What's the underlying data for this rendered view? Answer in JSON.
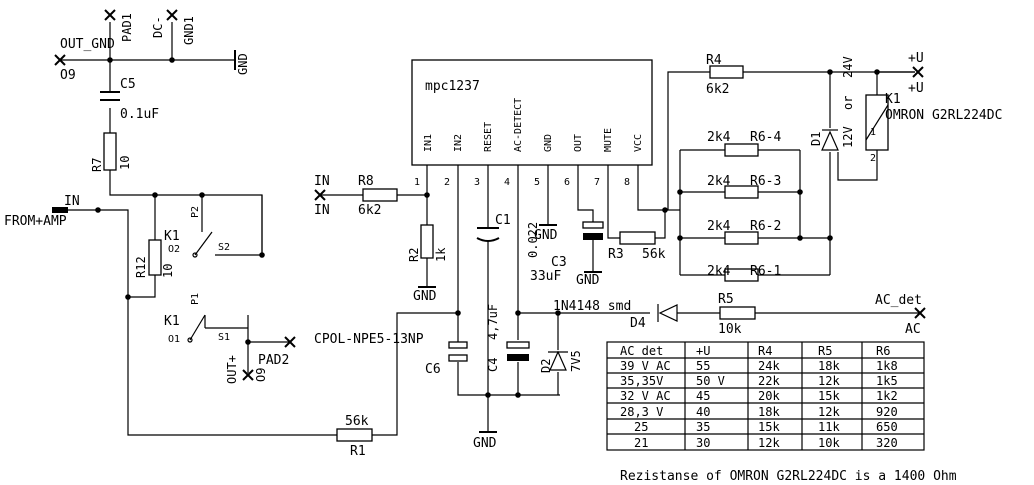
{
  "ic": {
    "name": "mpc1237",
    "pins": [
      {
        "num": "1",
        "name": "IN1"
      },
      {
        "num": "2",
        "name": "IN2"
      },
      {
        "num": "3",
        "name": "RESET"
      },
      {
        "num": "4",
        "name": "AC-DETECT"
      },
      {
        "num": "5",
        "name": "GND"
      },
      {
        "num": "6",
        "name": "OUT"
      },
      {
        "num": "7",
        "name": "MUTE"
      },
      {
        "num": "8",
        "name": "VCC"
      }
    ]
  },
  "labels": {
    "pad1": "PAD1",
    "dc_minus": "DC-",
    "gnd1": "GND1",
    "gnd_top": "GND",
    "out_gnd": "OUT_GND",
    "o9_top": "O9",
    "c5": "C5",
    "c5_val": "0.1uF",
    "r7": "R7",
    "r7_val": "10",
    "in_top": "IN",
    "from_amp": "FROM+AMP",
    "r12": "R12",
    "r12_val": "10",
    "k1_a": "K1",
    "o2": "O2",
    "p2": "P2",
    "s2": "S2",
    "k1_b": "K1",
    "p1": "P1",
    "o1": "O1",
    "s1": "S1",
    "out_plus": "OUT+",
    "o9_bottom": "O9",
    "pad2": "PAD2",
    "cpol": "CPOL-NPE5-13NP",
    "c6": "C6",
    "r1_val": "56k",
    "r1": "R1",
    "in_mid": "IN",
    "in_mid2": "IN",
    "r8": "R8",
    "r8_val": "6k2",
    "r2": "R2",
    "r2_val": "1k",
    "gnd_r2": "GND",
    "c1": "C1",
    "c1_val": "0.022",
    "gnd_c1": "GND",
    "c4": "C4",
    "c4_val": "4,7uF",
    "gnd_bottom": "GND",
    "d2": "D2",
    "d2_val": "7V5",
    "d4_val": "1N4148 smd",
    "d4": "D4",
    "r5": "R5",
    "r5_val": "10k",
    "ac_det": "AC_det",
    "ac": "AC",
    "c3": "C3",
    "c3_val": "33uF",
    "gnd_c3": "GND",
    "r3": "R3",
    "r3_val": "56k",
    "r4": "R4",
    "r4_val": "6k2",
    "r6_4_val": "2k4",
    "r6_4": "R6-4",
    "r6_3_val": "2k4",
    "r6_3": "R6-3",
    "r6_2_val": "2k4",
    "r6_2": "R6-2",
    "r6_1_val": "2k4",
    "r6_1": "R6-1",
    "v24": "24V",
    "or": "or",
    "v12": "12V",
    "plus_u1": "+U",
    "plus_u2": "+U",
    "k1_relay": "K1",
    "omron": "OMRON G2RL224DC",
    "d1": "D1",
    "relay_pin1": "1",
    "relay_pin2": "2"
  },
  "table": {
    "headers": [
      "AC_det",
      "+U",
      "R4",
      "R5",
      "R6"
    ],
    "rows": [
      [
        "39 V AC",
        "55",
        "24k",
        "18k",
        "1k8"
      ],
      [
        "35,35V",
        "50 V",
        "22k",
        "12k",
        "1k5"
      ],
      [
        "32 V AC",
        "45",
        "20k",
        "15k",
        "1k2"
      ],
      [
        "28,3 V",
        "40",
        "18k",
        "12k",
        "920"
      ],
      [
        "25",
        "35",
        "15k",
        "11k",
        "650"
      ],
      [
        "21",
        "30",
        "12k",
        "10k",
        "320"
      ]
    ]
  },
  "note": "Rezistanse of OMRON G2RL224DC is a 1400 Ohm"
}
